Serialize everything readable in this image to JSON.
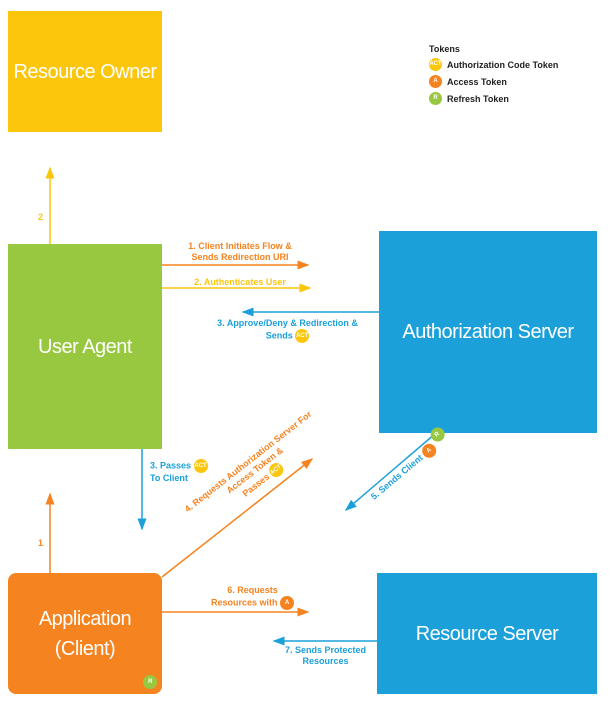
{
  "nodes": {
    "resource_owner": "Resource Owner",
    "user_agent": "User Agent",
    "authorization_server": "Authorization Server",
    "application_client": "Application\n(Client)",
    "resource_server": "Resource Server"
  },
  "legend": {
    "title": "Tokens",
    "items": [
      {
        "badge": "ACT",
        "label": "Authorization Code Token",
        "icon": "authorization-code-token-icon"
      },
      {
        "badge": "A",
        "label": "Access Token",
        "icon": "access-token-icon"
      },
      {
        "badge": "R",
        "label": "Refresh Token",
        "icon": "refresh-token-icon"
      }
    ]
  },
  "steps": {
    "s1_line1": "1. Client Initiates Flow &",
    "s1_line2": "Sends Redirection URI",
    "s2": "2. Authenticates User",
    "s3_line1": "3. Approve/Deny & Redirection &",
    "s3_line2": "Sends",
    "s3b_line1": "3. Passes",
    "s3b_line2": "To Client",
    "s4_line1": "4. Requests Authorization Server For",
    "s4_line2": "Access Token &",
    "s4_line3": "Passes",
    "s5": "5. Sends Client",
    "s6_line1": "6. Requests",
    "s6_line2": "Resources with",
    "s7_line1": "7. Sends Protected",
    "s7_line2": "Resources",
    "vertical_2": "2",
    "vertical_1": "1"
  },
  "badges": {
    "act": "ACT",
    "a": "A",
    "r": "R"
  },
  "colors": {
    "resource_owner": "#FCC60D",
    "user_agent": "#97C83F",
    "authorization_server": "#1BA0DA",
    "application_client": "#F58320",
    "resource_server": "#1BA0DA"
  }
}
